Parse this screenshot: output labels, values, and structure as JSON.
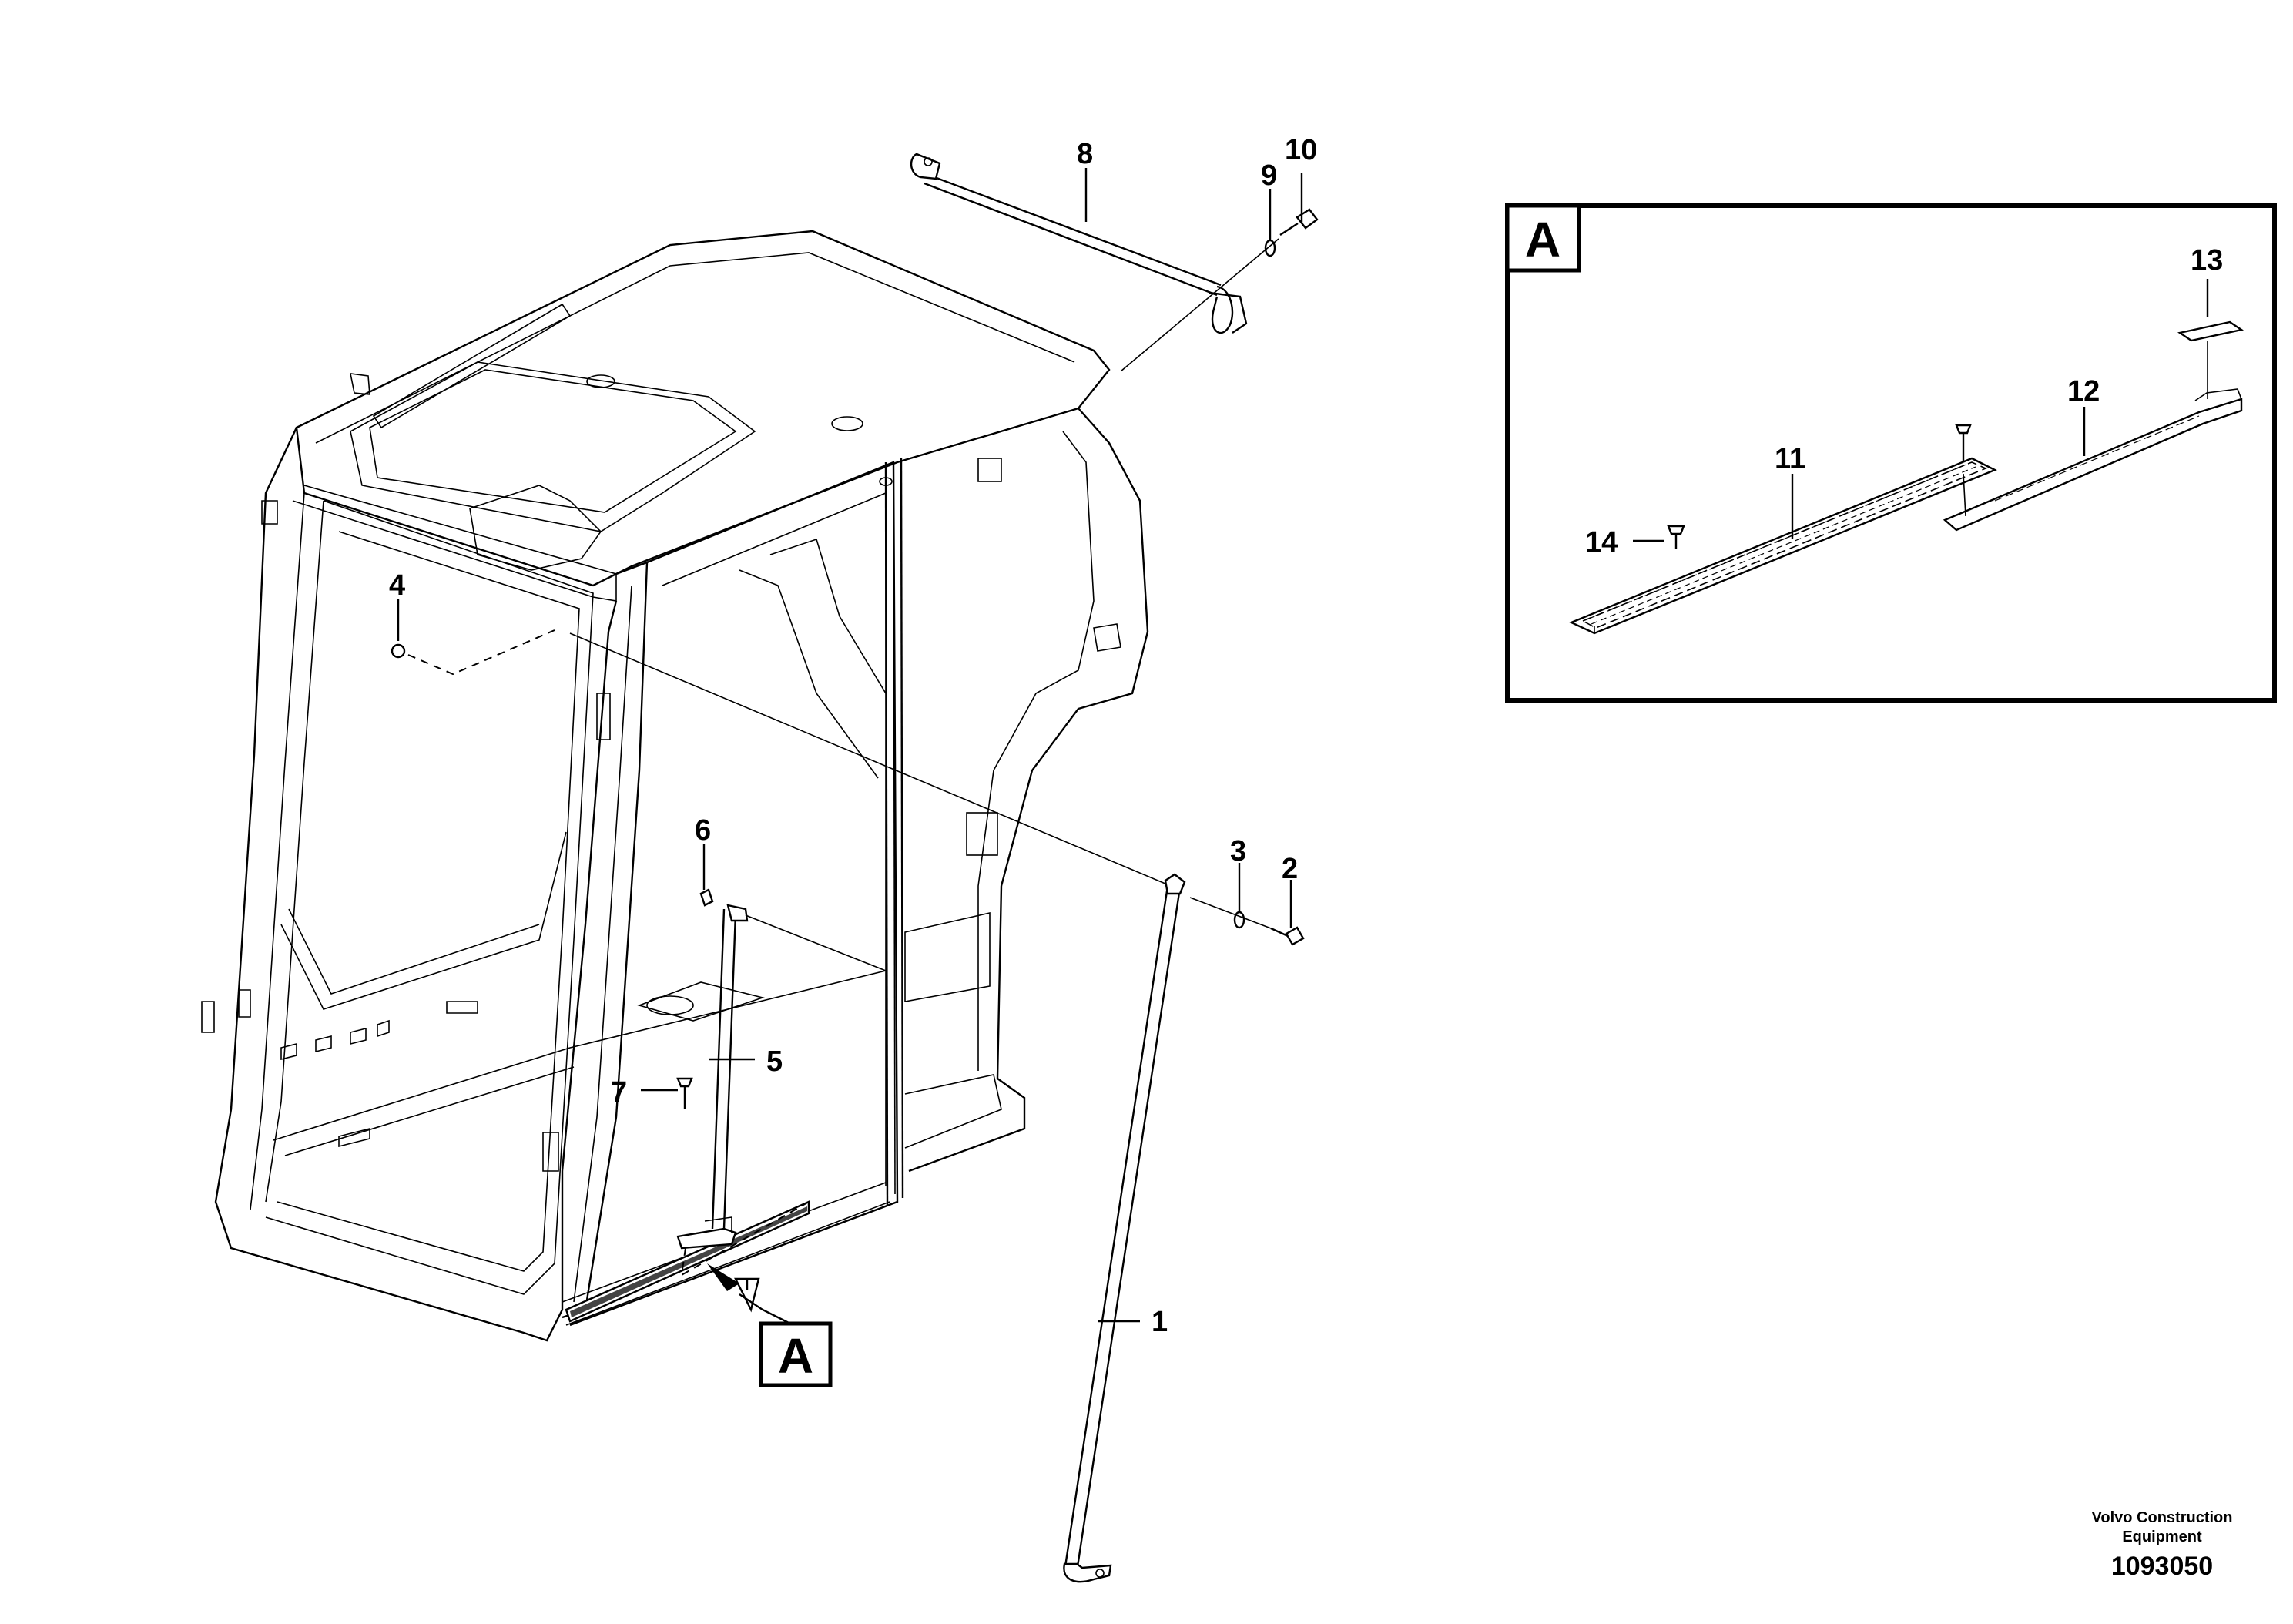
{
  "diagram": {
    "callouts": {
      "c1": "1",
      "c2": "2",
      "c3": "3",
      "c4": "4",
      "c5": "5",
      "c6": "6",
      "c7": "7",
      "c8": "8",
      "c9": "9",
      "c10": "10",
      "c11": "11",
      "c12": "12",
      "c13": "13",
      "c14": "14"
    },
    "detail_reference_label": "A",
    "detail_box_label": "A"
  },
  "footer": {
    "company_line1": "Volvo Construction",
    "company_line2": "Equipment",
    "drawing_number": "1093050"
  }
}
